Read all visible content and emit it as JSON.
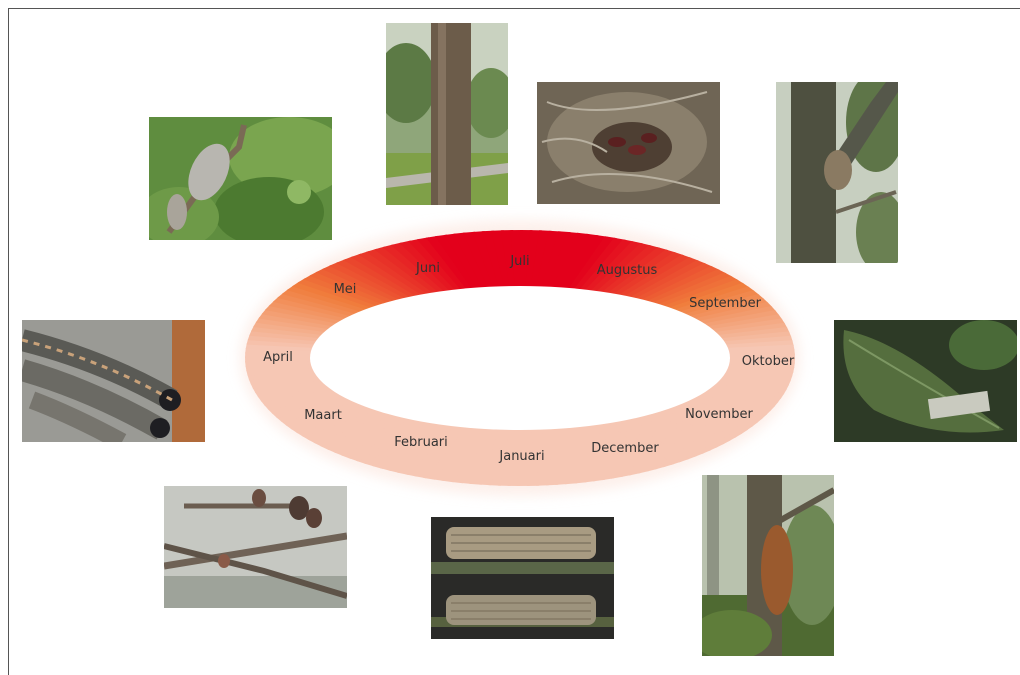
{
  "cycle": {
    "months": [
      {
        "key": "jan",
        "label": "Januari"
      },
      {
        "key": "feb",
        "label": "Februari"
      },
      {
        "key": "mar",
        "label": "Maart"
      },
      {
        "key": "apr",
        "label": "April"
      },
      {
        "key": "may",
        "label": "Mei"
      },
      {
        "key": "jun",
        "label": "Juni"
      },
      {
        "key": "jul",
        "label": "Juli"
      },
      {
        "key": "aug",
        "label": "Augustus"
      },
      {
        "key": "sep",
        "label": "September"
      },
      {
        "key": "oct",
        "label": "Oktober"
      },
      {
        "key": "nov",
        "label": "November"
      },
      {
        "key": "dec",
        "label": "December"
      }
    ],
    "colors": {
      "peak": "#e3001b",
      "orange": "#f07d3c",
      "pale": "#f6c7b4",
      "text": "#333333"
    }
  }
}
